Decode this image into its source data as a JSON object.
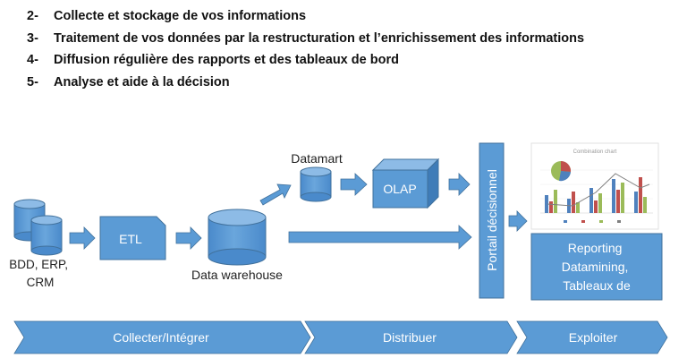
{
  "list": [
    {
      "num": "2-",
      "text": "Collecte et stockage de vos informations"
    },
    {
      "num": "3-",
      "text": "Traitement de vos données par la restructuration et l’enrichissement des informations"
    },
    {
      "num": "4-",
      "text": "Diffusion régulière des rapports et des tableaux de bord"
    },
    {
      "num": "5-",
      "text": "Analyse et aide à la décision"
    }
  ],
  "diagram": {
    "sources_label": [
      "BDD, ERP,",
      "CRM"
    ],
    "etl_label": "ETL",
    "warehouse_label": "Data warehouse",
    "datamart_label": "Datamart",
    "olap_label": "OLAP",
    "portal_label": "Portail décisionnel",
    "reporting_label": [
      "Reporting",
      "Datamining,",
      "Tableaux de"
    ],
    "thumbnail_title": "Combination chart",
    "phases": [
      "Collecter/Intégrer",
      "Distribuer",
      "Exploiter"
    ]
  },
  "colors": {
    "shape_fill": "#5b9bd5",
    "shape_stroke": "#41719c",
    "phase_fill": "#5b9bd5"
  }
}
